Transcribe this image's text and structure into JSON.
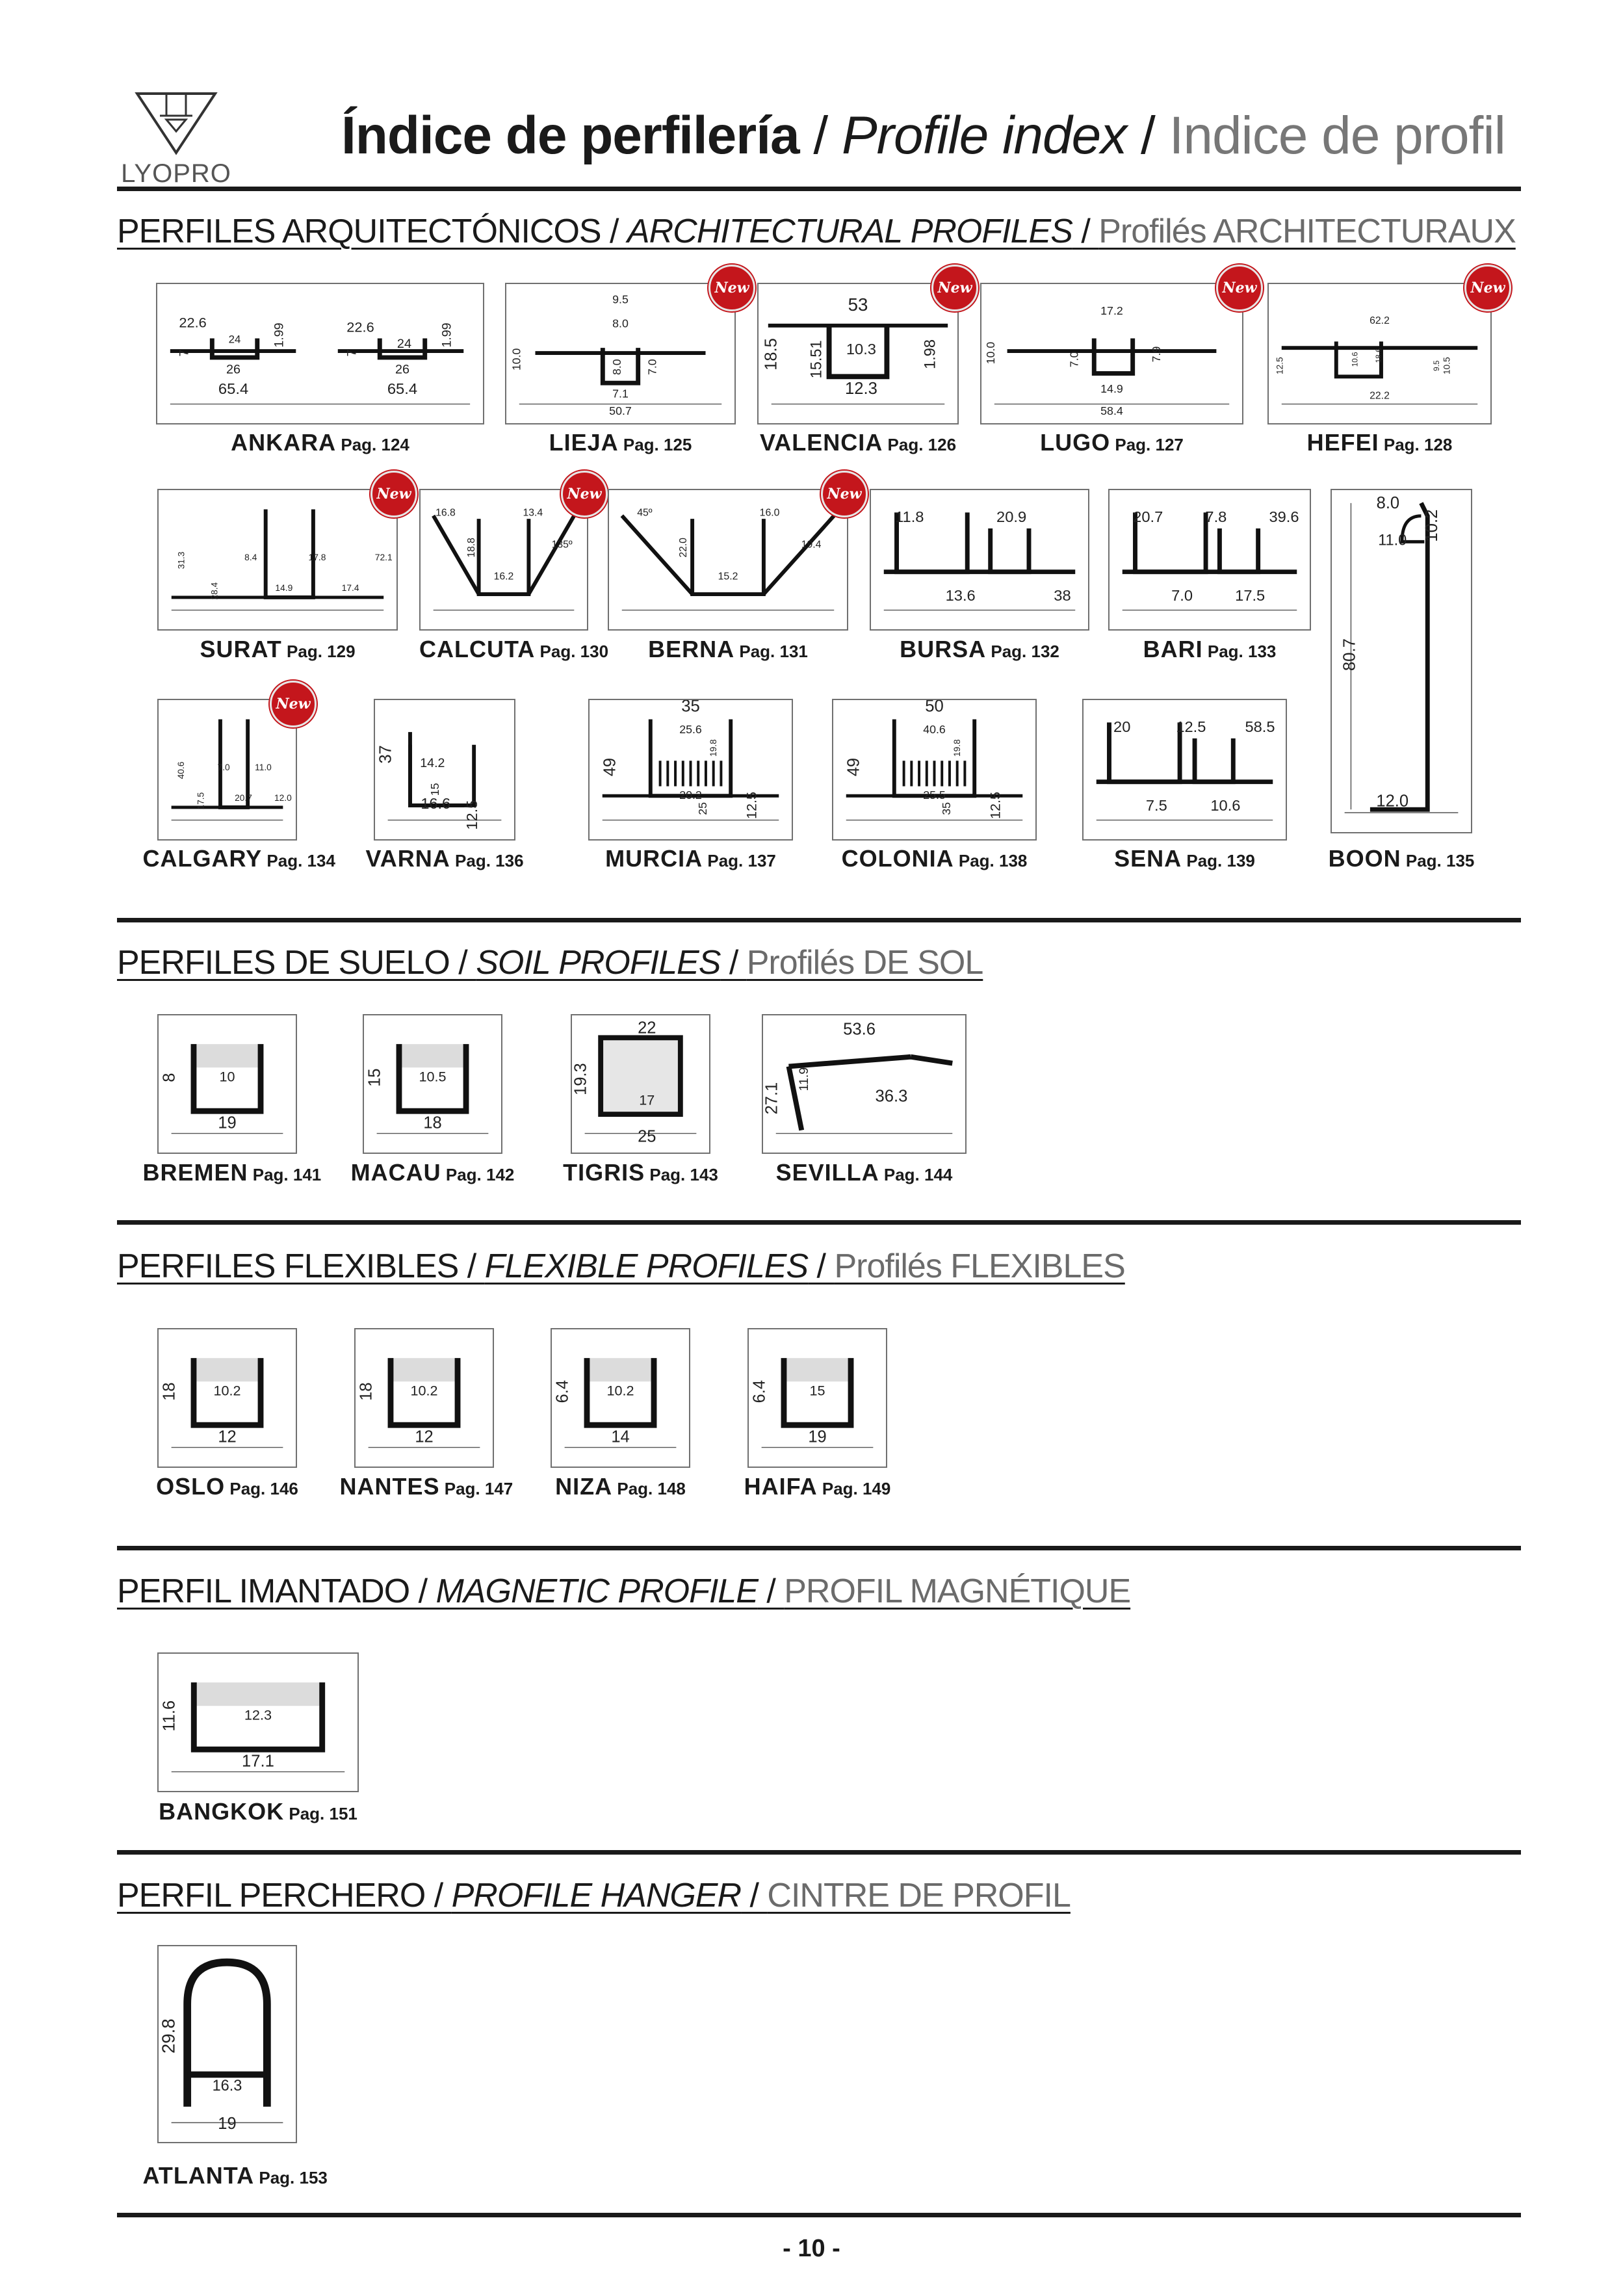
{
  "logo": {
    "brand": "LYOPRO"
  },
  "header": {
    "title_es": "Índice de perfilería",
    "sep1": " / ",
    "title_en": "Profile index",
    "sep2": " / ",
    "title_fr": "Indice de profil"
  },
  "sections": [
    {
      "id": "architectural",
      "es": "PERFILES  ARQUITECTÓNICOS / ",
      "en": "ARCHITECTURAL PROFILES",
      "sep": "  / ",
      "fr": "Profilés ARCHITECTURAUX"
    },
    {
      "id": "soil",
      "es": "PERFILES DE SUELO / ",
      "en": "SOIL PROFILES",
      "sep": "  / ",
      "fr": "Profilés DE SOL"
    },
    {
      "id": "flexible",
      "es": "PERFILES FLEXIBLES / ",
      "en": "FLEXIBLE PROFILES",
      "sep": "  / ",
      "fr": "Profilés FLEXIBLES"
    },
    {
      "id": "magnetic",
      "es": "PERFIL IMANTADO / ",
      "en": "MAGNETIC PROFILE",
      "sep": "  / ",
      "fr": "PROFIL MAGNÉTIQUE"
    },
    {
      "id": "hanger",
      "es": "PERFIL PERCHERO / ",
      "en": "PROFILE HANGER",
      "sep": " / ",
      "fr": "CINTRE DE PROFIL"
    }
  ],
  "new_badge": "New",
  "profiles": {
    "ankara": {
      "name": "ANKARA",
      "page": "Pag. 124",
      "dims": [
        "22.6",
        "24",
        "26",
        "65.4",
        "7",
        "1.99",
        "22.6",
        "24",
        "26",
        "65.4",
        "7",
        "1.99"
      ]
    },
    "lieja": {
      "name": "LIEJA",
      "page": "Pag. 125",
      "dims": [
        "9.5",
        "8.0",
        "10.0",
        "8.0",
        "7.0",
        "7.1",
        "50.7"
      ]
    },
    "valencia": {
      "name": "VALENCIA",
      "page": "Pag. 126",
      "dims": [
        "53",
        "18.5",
        "15.51",
        "10.3",
        "1.98",
        "12.3"
      ]
    },
    "lugo": {
      "name": "LUGO",
      "page": "Pag. 127",
      "dims": [
        "17.2",
        "10.0",
        "7.0",
        "7.9",
        "14.9",
        "58.4"
      ]
    },
    "hefei": {
      "name": "HEFEI",
      "page": "Pag. 128",
      "dims": [
        "62.2",
        "12.5",
        "10.6",
        "18.6",
        "10.5",
        "9.5",
        "22.2"
      ]
    },
    "surat": {
      "name": "SURAT",
      "page": "Pag. 129",
      "dims": [
        "31.3",
        "28.4",
        "8.4",
        "14.9",
        "17.8",
        "17.4",
        "72.1"
      ]
    },
    "calcuta": {
      "name": "CALCUTA",
      "page": "Pag. 130",
      "dims": [
        "16.8",
        "18.8",
        "16.2",
        "13.4",
        "135º"
      ]
    },
    "berna": {
      "name": "BERNA",
      "page": "Pag. 131",
      "dims": [
        "45º",
        "22.0",
        "15.2",
        "16.0",
        "19.4"
      ]
    },
    "bursa": {
      "name": "BURSA",
      "page": "Pag. 132",
      "dims": [
        "11.8",
        "13.6",
        "20.9",
        "38"
      ]
    },
    "bari": {
      "name": "BARI",
      "page": "Pag. 133",
      "dims": [
        "20.7",
        "7.0",
        "7.8",
        "17.5",
        "39.6"
      ]
    },
    "boon": {
      "name": "BOON",
      "page": "Pag. 135",
      "dims": [
        "8.0",
        "10.2",
        "11.0",
        "80.7",
        "12.0"
      ]
    },
    "calgary": {
      "name": "CALGARY",
      "page": "Pag. 134",
      "dims": [
        "40.6",
        "17.5",
        "7.0",
        "20.7",
        "11.0",
        "12.0"
      ]
    },
    "varna": {
      "name": "VARNA",
      "page": "Pag. 136",
      "dims": [
        "37",
        "14.2",
        "15",
        "16.6",
        "12.5"
      ]
    },
    "murcia": {
      "name": "MURCIA",
      "page": "Pag. 137",
      "dims": [
        "35",
        "25.6",
        "49",
        "19.8",
        "20.2",
        "25",
        "12.5"
      ]
    },
    "colonia": {
      "name": "COLONIA",
      "page": "Pag. 138",
      "dims": [
        "50",
        "40.6",
        "49",
        "19.8",
        "25.5",
        "35",
        "12.5"
      ]
    },
    "sena": {
      "name": "SENA",
      "page": "Pag. 139",
      "dims": [
        "20",
        "7.5",
        "12.5",
        "10.6",
        "58.5"
      ]
    },
    "bremen": {
      "name": "BREMEN",
      "page": "Pag. 141",
      "dims": [
        "8",
        "10",
        "19"
      ]
    },
    "macau": {
      "name": "MACAU",
      "page": "Pag. 142",
      "dims": [
        "15",
        "10.5",
        "18"
      ]
    },
    "tigris": {
      "name": "TIGRIS",
      "page": "Pag. 143",
      "dims": [
        "22",
        "19.3",
        "17",
        "25"
      ]
    },
    "sevilla": {
      "name": "SEVILLA",
      "page": "Pag. 144",
      "dims": [
        "53.6",
        "27.1",
        "11.9",
        "36.3"
      ]
    },
    "oslo": {
      "name": "OSLO",
      "page": "Pag. 146",
      "dims": [
        "18",
        "10.2",
        "12"
      ]
    },
    "nantes": {
      "name": "NANTES",
      "page": "Pag. 147",
      "dims": [
        "18",
        "10.2",
        "12"
      ]
    },
    "niza": {
      "name": "NIZA",
      "page": "Pag. 148",
      "dims": [
        "6.4",
        "10.2",
        "14"
      ]
    },
    "haifa": {
      "name": "HAIFA",
      "page": "Pag. 149",
      "dims": [
        "6.4",
        "15",
        "19"
      ]
    },
    "bangkok": {
      "name": "BANGKOK",
      "page": "Pag. 151",
      "dims": [
        "11.6",
        "12.3",
        "17.1"
      ]
    },
    "atlanta": {
      "name": "ATLANTA",
      "page": "Pag. 153",
      "dims": [
        "29.8",
        "16.3",
        "19"
      ]
    }
  },
  "footer": {
    "page_number": "- 10 -"
  },
  "colors": {
    "badge": "#c4161c",
    "rule": "#1a1a1a",
    "french_text": "#6b6b6b"
  }
}
